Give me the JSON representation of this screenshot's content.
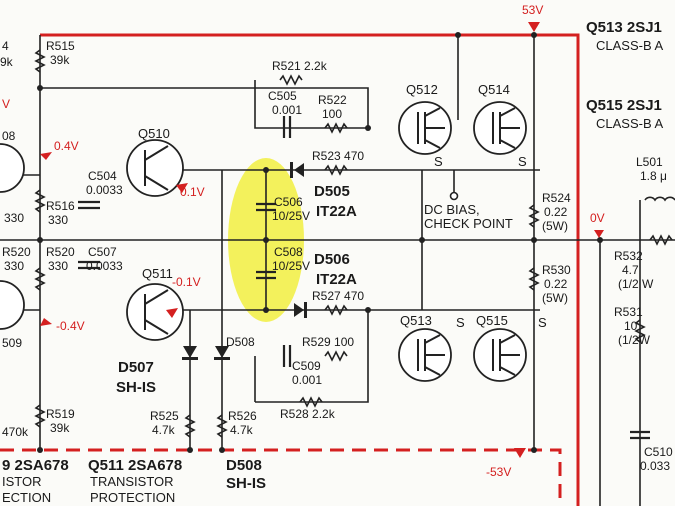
{
  "supply": {
    "pos": "53V",
    "neg": "-53V",
    "zero": "0V"
  },
  "probes": {
    "a": "0.4V",
    "b": "0.1V",
    "c": "-0.1V",
    "d": "-0.4V"
  },
  "transistors": {
    "q510": "Q510",
    "q511": "Q511",
    "q512": "Q512",
    "q513": "Q513",
    "q514": "Q514",
    "q515": "Q515",
    "s1": "S",
    "s2": "S",
    "s3": "S",
    "s4": "S"
  },
  "resistors": {
    "r515": [
      "R515",
      "39k"
    ],
    "r516": [
      "R516",
      "330"
    ],
    "r520": [
      "R520",
      "330"
    ],
    "r519": [
      "R519",
      "39k"
    ],
    "r521": "R521  2.2k",
    "r522": [
      "R522",
      "100"
    ],
    "r523": "R523 470",
    "r524": [
      "R524",
      "0.22",
      "(5W)"
    ],
    "r530": [
      "R530",
      "0.22",
      "(5W)"
    ],
    "r527": "R527 470",
    "r529": "R529  100",
    "r528": "R528  2.2k",
    "r525": [
      "R525",
      "4.7k"
    ],
    "r526": [
      "R526",
      "4.7k"
    ],
    "r532": [
      "R532",
      "4.7",
      "(1/2 W"
    ],
    "r531": [
      "R531",
      "10",
      "(1/2W"
    ],
    "r470": "470k",
    "r509": "509",
    "r330a": "330",
    "r330b": "330",
    "r08": "08",
    "r20": "R520"
  },
  "caps": {
    "c504": [
      "C504",
      "0.0033"
    ],
    "c507": [
      "C507",
      "0.0033"
    ],
    "c505": [
      "C505",
      "0.001"
    ],
    "c506": [
      "C506",
      "10/25V"
    ],
    "c508": [
      "C508",
      "10/25V"
    ],
    "c509": [
      "C509",
      "0.001"
    ],
    "c510": [
      "C510",
      "0.033"
    ]
  },
  "diodes": {
    "d505": [
      "D505",
      "IT22A"
    ],
    "d506": [
      "D506",
      "IT22A"
    ],
    "d507": [
      "D507",
      "SH-IS"
    ],
    "d508a": "D508",
    "d508b": [
      "D508",
      "SH-IS"
    ]
  },
  "inductor": {
    "name": "L501",
    "value": "1.8 μ"
  },
  "bias": {
    "line1": "DC BIAS,",
    "line2": "CHECK POINT"
  },
  "right_notes": {
    "q513": "Q513 2SJ1",
    "q513c": "CLASS-B A",
    "q515": "Q515 2SJ1",
    "q515c": "CLASS-B A"
  },
  "bottom_notes": {
    "a1": "9 2SA678",
    "a2": "ISTOR",
    "a3": "ECTION",
    "b1": "Q511 2SA678",
    "b2": "TRANSISTOR",
    "b3": "PROTECTION",
    "c1": "D508",
    "c2": "SH-IS"
  },
  "edge": {
    "e1": "4",
    "e2": "9k",
    "e3": "V"
  },
  "colors": {
    "wire": "#222222",
    "supply_line": "#d42020",
    "highlight": "#f2ef4a"
  }
}
